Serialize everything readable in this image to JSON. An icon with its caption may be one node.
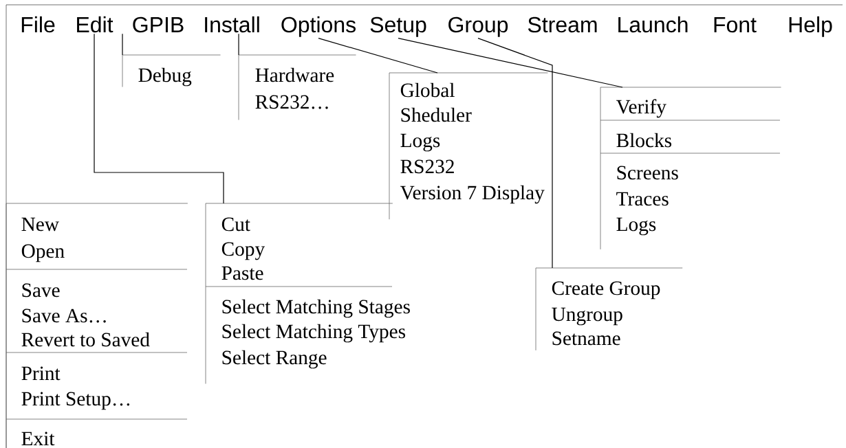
{
  "diagram": {
    "nodes": [
      {
        "text": [
          "File"
        ]
      },
      {
        "text": [
          "Edit"
        ]
      },
      {
        "text": [
          "GPIB"
        ]
      },
      {
        "text": [
          "Install"
        ]
      },
      {
        "text": [
          "Options"
        ]
      },
      {
        "text": [
          "Setup"
        ]
      },
      {
        "text": [
          "Group"
        ]
      },
      {
        "text": [
          "Stream"
        ]
      },
      {
        "text": [
          "Launch"
        ]
      },
      {
        "text": [
          "Font"
        ]
      },
      {
        "text": [
          "Help"
        ]
      },
      {
        "text": [
          "Debug"
        ]
      },
      {
        "text": [
          "Hardware",
          "RS232…"
        ]
      },
      {
        "text": [
          "Global",
          "Sheduler",
          "Logs",
          "RS232",
          "Version 7 Display"
        ]
      },
      {
        "text": [
          "Verify",
          "Blocks",
          "Screens",
          "Traces",
          "Logs"
        ]
      },
      {
        "text": [
          "New",
          "Open",
          "Save",
          "Save As…",
          "Revert to Saved",
          "Print",
          "Print Setup…",
          "Exit"
        ]
      },
      {
        "text": [
          "Cut",
          "Copy",
          "Paste",
          "Select Matching Stages",
          "Select Matching Types",
          "Select Range"
        ]
      },
      {
        "text": [
          "Create Group",
          "Ungroup",
          "Setname"
        ]
      }
    ],
    "edges": [
      {
        "from": 1,
        "to": 16,
        "arrow": "none"
      },
      {
        "from": 2,
        "to": 11,
        "arrow": "none"
      },
      {
        "from": 3,
        "to": 12,
        "arrow": "none"
      },
      {
        "from": 4,
        "to": 13,
        "arrow": "none"
      },
      {
        "from": 5,
        "to": 14,
        "arrow": "none"
      },
      {
        "from": 6,
        "to": 17,
        "arrow": "none"
      }
    ]
  }
}
